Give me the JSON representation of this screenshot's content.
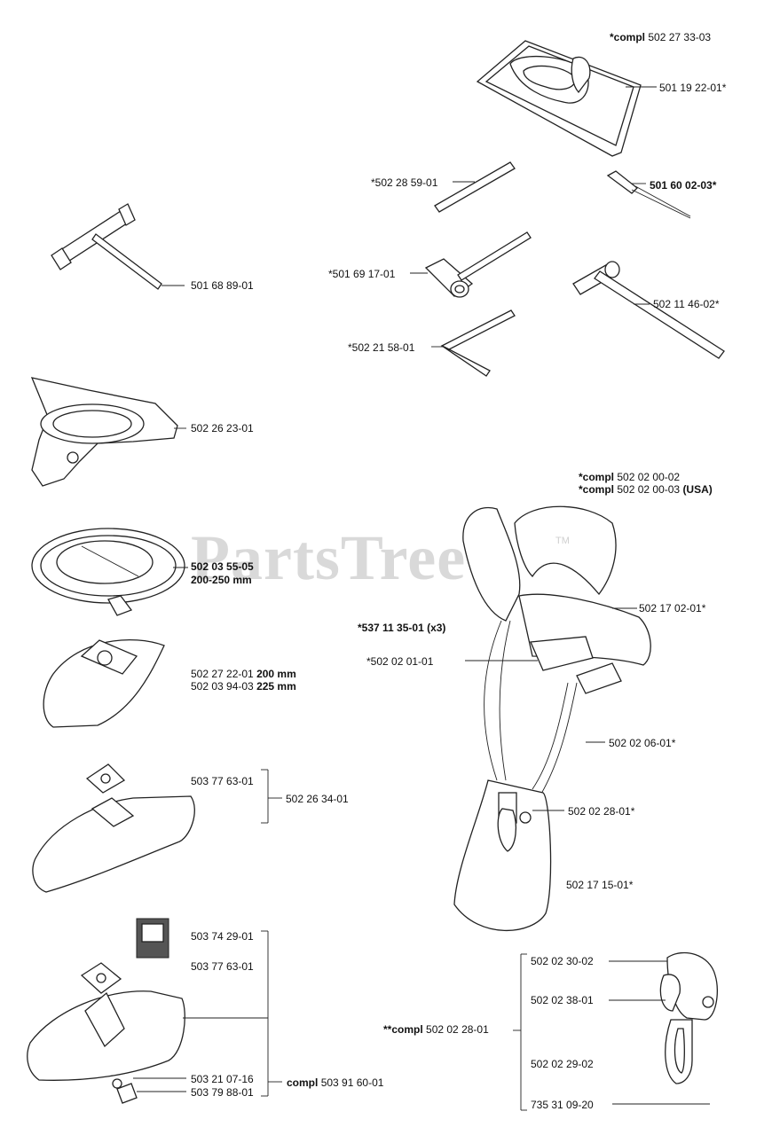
{
  "watermark": {
    "text": "PartsTree",
    "mark": "TM"
  },
  "labels": {
    "bag_compl_prefix": "*compl",
    "bag_compl": "502 27 33-03",
    "bag": "501 19 22-01*",
    "rod": "*502 28 59-01",
    "file_tool": "501 60 02-03*",
    "tbar_wrench_left": "501 68 89-01",
    "socket_wrench": "*501 69 17-01",
    "tbar_wrench_right": "502 11 46-02*",
    "hex_key": "*502 21 58-01",
    "support_plate": "502 26 23-01",
    "guard_ring_1": "502 03 55-05",
    "guard_ring_2": "200-250 mm",
    "guard_a1_code": "502 27 22-01",
    "guard_a1_size": "200 mm",
    "guard_a2_code": "502 03 94-03",
    "guard_a2_size": "225 mm",
    "guard_b_plate": "503 77 63-01",
    "guard_b_compl": "502 26 34-01",
    "guard_c_sticker": "503 74 29-01",
    "guard_c_plate": "503 77 63-01",
    "guard_c_screw": "503 21 07-16",
    "guard_c_clip": "503 79 88-01",
    "guard_c_compl_prefix": "compl",
    "guard_c_compl": "503 91 60-01",
    "harness_compl1_prefix": "*compl",
    "harness_compl1": "502 02 00-02",
    "harness_compl2_prefix": "*compl",
    "harness_compl2": "502 02 00-03",
    "harness_compl2_suffix": "(USA)",
    "harness_clip": "*537 11 35-01 (x3)",
    "harness_buckle": "*502 02 01-01",
    "harness_strap": "502 17 02-01*",
    "harness_cord": "502 02 06-01*",
    "harness_hook": "502 02 28-01*",
    "harness_pad": "502 17 15-01*",
    "hook_compl_prefix": "**compl",
    "hook_compl": "502 02 28-01",
    "hook_part1": "502 02 30-02",
    "hook_part2": "502 02 38-01",
    "hook_part3": "502 02 29-02",
    "hook_part4": "735 31 09-20"
  }
}
